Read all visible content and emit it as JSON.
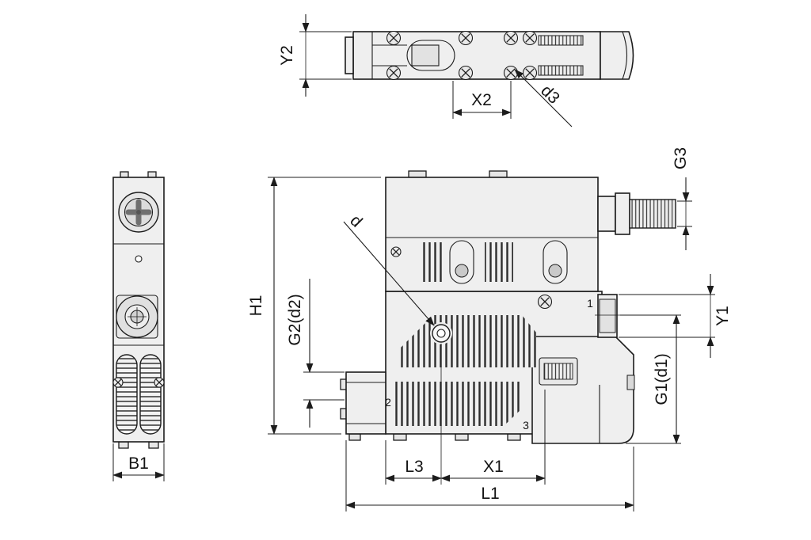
{
  "drawing": {
    "type": "technical-dimension-drawing",
    "colors": {
      "background": "#ffffff",
      "line": "#1c1c1c",
      "body_fill": "#efefef",
      "recess_fill": "#e2e2e2",
      "dark_fill": "#c9c9c9"
    },
    "views": {
      "top": "top view",
      "side": "side view",
      "front": "front view"
    },
    "dimension_labels": {
      "y2": "Y2",
      "x2": "X2",
      "d3": "d3",
      "g3": "G3",
      "h1": "H1",
      "g2d2": "G2(d2)",
      "d": "d",
      "y1": "Y1",
      "g1d1": "G1(d1)",
      "b1": "B1",
      "l3": "L3",
      "x1": "X1",
      "l1": "L1"
    },
    "port_labels": {
      "p1": "1",
      "p2": "2",
      "p3": "3"
    }
  }
}
